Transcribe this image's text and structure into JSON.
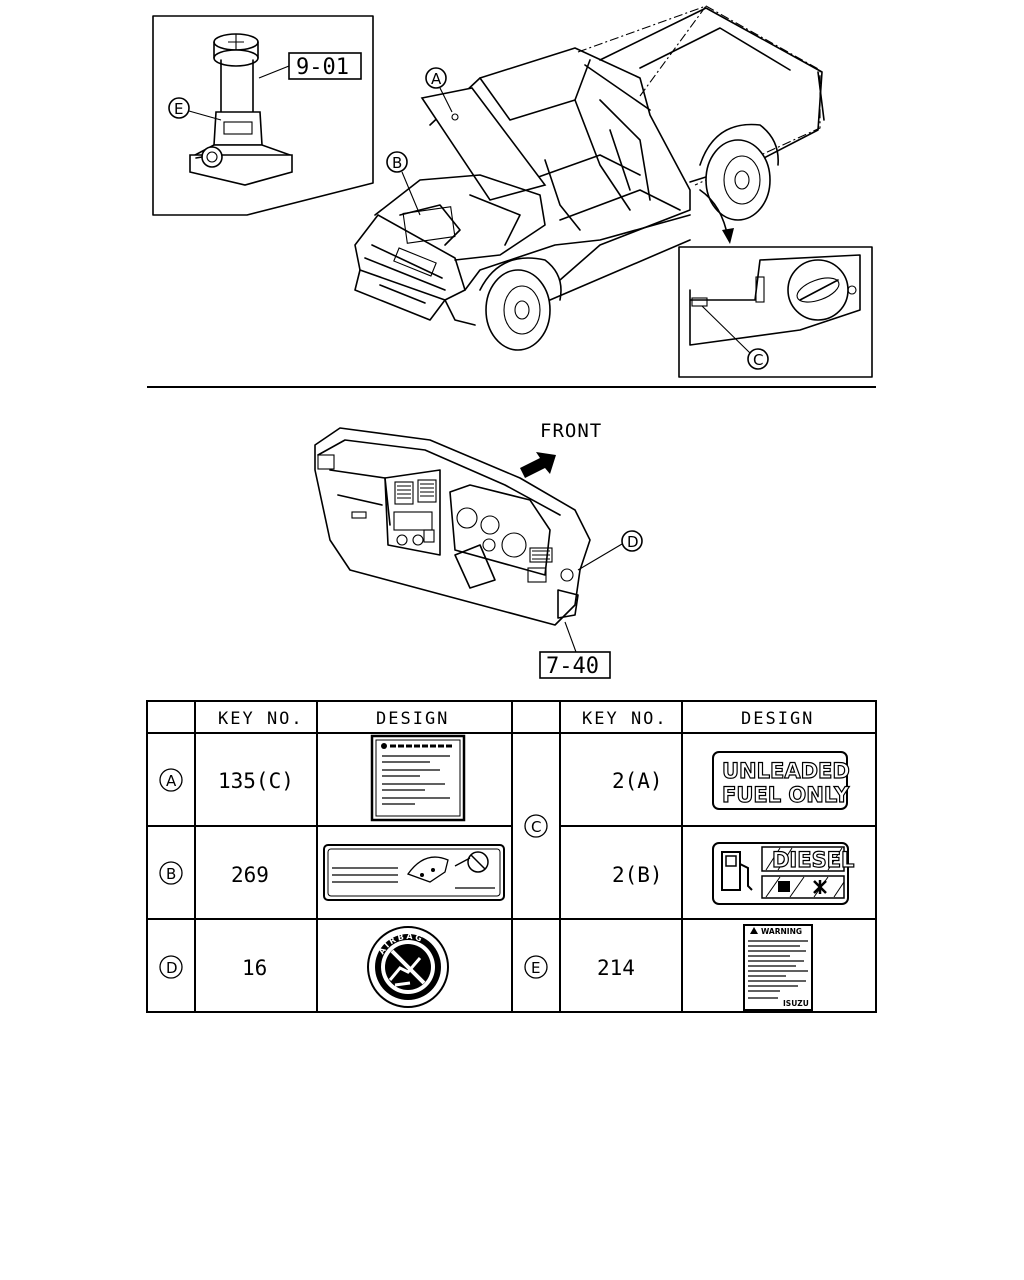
{
  "callouts": {
    "a": "A",
    "b": "B",
    "c": "C",
    "d": "D",
    "e": "E"
  },
  "refs": {
    "jack_ref": "9-01",
    "dash_ref": "7-40"
  },
  "direction_label": "FRONT",
  "table": {
    "headers": {
      "key_no": "KEY NO.",
      "design": "DESIGN"
    },
    "rows": {
      "a": {
        "mark": "A",
        "key": "135(C)"
      },
      "b": {
        "mark": "B",
        "key": "269"
      },
      "c_top": {
        "key": "2(A)"
      },
      "c_mark": "C",
      "c_bot": {
        "key": "2(B)"
      },
      "d": {
        "mark": "D",
        "key": "16"
      },
      "e": {
        "mark": "E",
        "key": "214"
      }
    },
    "decals": {
      "unleaded_l1": "UNLEADED",
      "unleaded_l2": "FUEL ONLY",
      "diesel": "DIESEL",
      "warning": "WARNING",
      "isuzu": "ISUZU",
      "airbag": "AIRBAG"
    }
  }
}
